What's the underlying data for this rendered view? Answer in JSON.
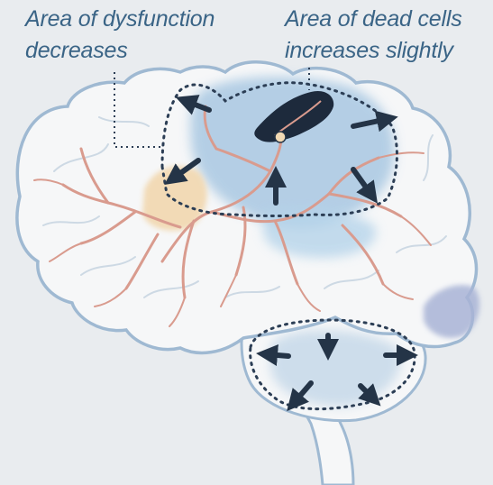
{
  "labels": {
    "dysfunction": {
      "line1": "Area of dysfunction",
      "line2": "decreases"
    },
    "dead_cells": {
      "line1": "Area of dead cells",
      "line2": "increases slightly"
    }
  },
  "colors": {
    "background": "#e9ecef",
    "label_text": "#3a6486",
    "brain_fill": "#f6f7f8",
    "brain_outline": "#9fb9d2",
    "blood_vessels": "#d99b8e",
    "dysfunction_zone": "#a9c8e2",
    "dead_cells": "#1d2a3c",
    "blood_flow_area": "#f2d9b3",
    "arrows": "#243447",
    "dotted_boundary": "#2c3e55"
  },
  "icons": [
    "brain-outline",
    "dotted-boundary",
    "expansion-arrow",
    "blood-vessel-network"
  ]
}
